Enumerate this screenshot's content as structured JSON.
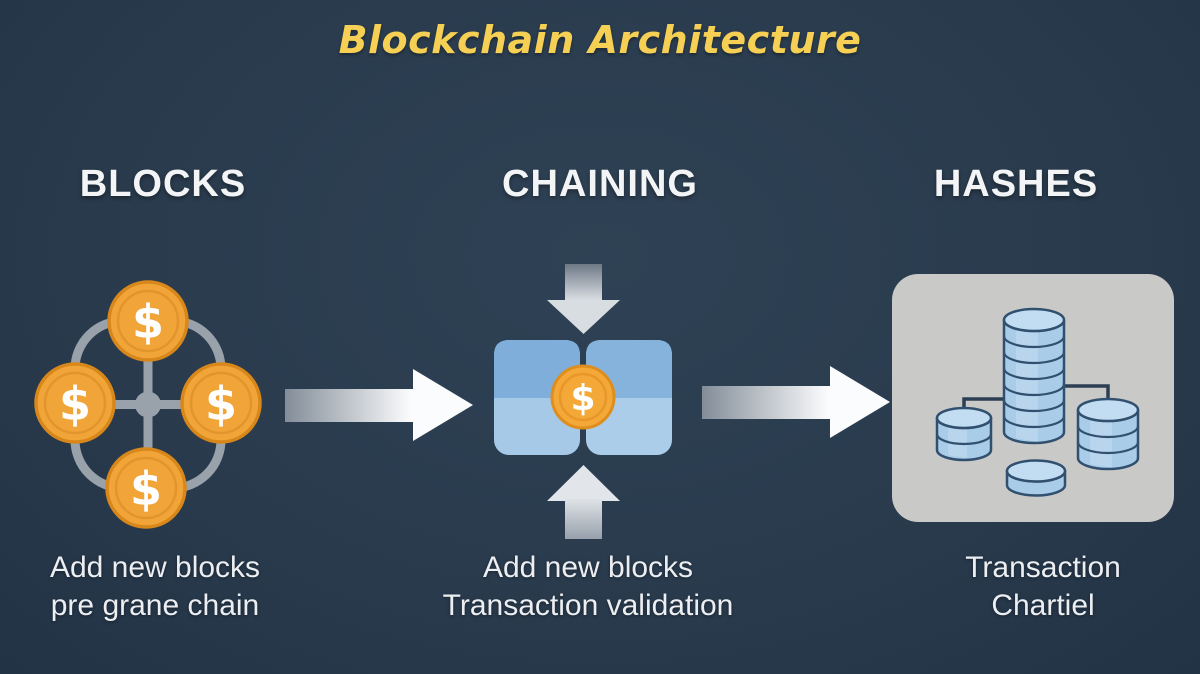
{
  "title": "Blockchain Architecture",
  "coin_symbol": "$",
  "colors": {
    "background": "#293b4d",
    "title_yellow": "#f6d054",
    "heading_white": "#f3f4f6",
    "coin_orange": "#f1a437",
    "coin_rim": "#d8871b",
    "block_blue_top": "#7eaed9",
    "block_blue_bottom": "#a6c9e7",
    "card_gray": "#c9c9c8",
    "cylinder_blue": "#a9cce9",
    "cylinder_top": "#c2dcf1",
    "cylinder_outline": "#31506f",
    "connector_gray": "#99a1ab",
    "arrow_white": "#ffffff"
  },
  "sections": [
    {
      "id": "blocks",
      "heading": "BLOCKS",
      "icon": "coins-network-icon",
      "caption": [
        "Add new blocks",
        "pre grane chain"
      ]
    },
    {
      "id": "chaining",
      "heading": "CHAINING",
      "icon": "linked-blocks-icon",
      "caption": [
        "Add new blocks",
        "Transaction validation"
      ]
    },
    {
      "id": "hashes",
      "heading": "HASHES",
      "icon": "database-stacks-icon",
      "caption": [
        "Transaction",
        "Chartiel"
      ]
    }
  ]
}
